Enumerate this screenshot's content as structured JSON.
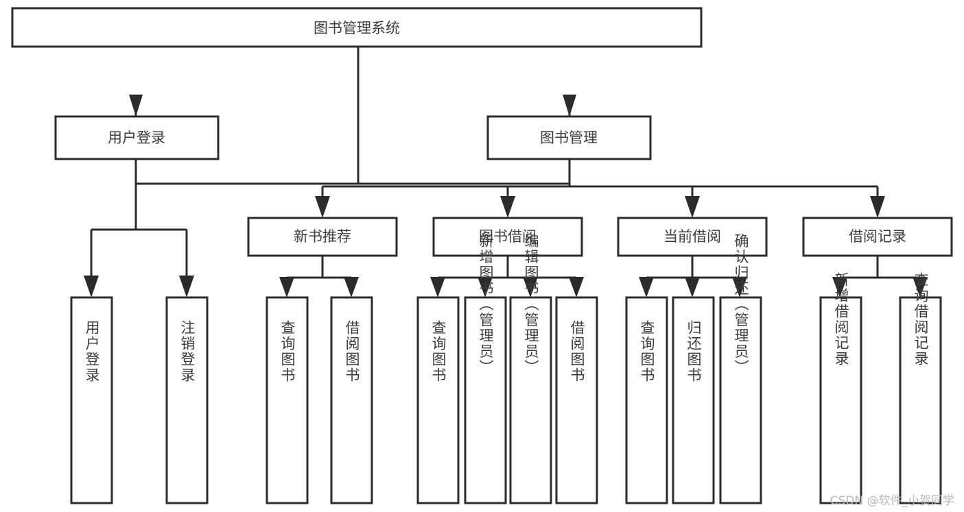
{
  "diagram": {
    "type": "tree",
    "title": "图书管理系统",
    "root": {
      "id": "root",
      "label": "图书管理系统",
      "orientation": "horizontal"
    },
    "level2": [
      {
        "id": "user-login",
        "label": "用户登录",
        "orientation": "horizontal"
      },
      {
        "id": "book-manage",
        "label": "图书管理",
        "orientation": "horizontal"
      }
    ],
    "level3": [
      {
        "id": "new-book-recommend",
        "label": "新书推荐",
        "orientation": "horizontal",
        "parent": "book-manage"
      },
      {
        "id": "book-borrow",
        "label": "图书借阅",
        "orientation": "horizontal",
        "parent": "book-manage"
      },
      {
        "id": "current-borrow",
        "label": "当前借阅",
        "orientation": "horizontal",
        "parent": "book-manage"
      },
      {
        "id": "borrow-record",
        "label": "借阅记录",
        "orientation": "horizontal",
        "parent": "book-manage"
      }
    ],
    "leaves": [
      {
        "id": "leaf-user-login",
        "label": "用户登录",
        "orientation": "vertical",
        "parent": "user-login"
      },
      {
        "id": "leaf-logout-login",
        "label": "注销登录",
        "orientation": "vertical",
        "parent": "user-login"
      },
      {
        "id": "leaf-query-book-1",
        "label": "查询图书",
        "orientation": "vertical",
        "parent": "new-book-recommend"
      },
      {
        "id": "leaf-borrow-book-1",
        "label": "借阅图书",
        "orientation": "vertical",
        "parent": "new-book-recommend"
      },
      {
        "id": "leaf-query-book-2",
        "label": "查询图书",
        "orientation": "vertical",
        "parent": "book-borrow"
      },
      {
        "id": "leaf-add-book",
        "label": "新增图书（管理员）",
        "orientation": "vertical",
        "parent": "book-borrow"
      },
      {
        "id": "leaf-edit-book",
        "label": "编辑图书（管理员）",
        "orientation": "vertical",
        "parent": "book-borrow"
      },
      {
        "id": "leaf-borrow-book-2",
        "label": "借阅图书",
        "orientation": "vertical",
        "parent": "book-borrow"
      },
      {
        "id": "leaf-query-book-3",
        "label": "查询图书",
        "orientation": "vertical",
        "parent": "current-borrow"
      },
      {
        "id": "leaf-return-book",
        "label": "归还图书",
        "orientation": "vertical",
        "parent": "current-borrow"
      },
      {
        "id": "leaf-confirm-return",
        "label": "确认归还（管理员）",
        "orientation": "vertical",
        "parent": "current-borrow"
      },
      {
        "id": "leaf-add-record",
        "label": "新增借阅记录",
        "orientation": "vertical",
        "parent": "borrow-record"
      },
      {
        "id": "leaf-query-record",
        "label": "查询借阅记录",
        "orientation": "vertical",
        "parent": "borrow-record"
      }
    ]
  },
  "watermark": {
    "text": "CSDN @软件_小贺同学"
  },
  "colors": {
    "background": "#ffffff",
    "box_fill": "#ffffff",
    "box_stroke": "#2b2b2b",
    "connector": "#2b2b2b",
    "text": "#3c3c3c",
    "watermark": "#b9b9b9"
  }
}
